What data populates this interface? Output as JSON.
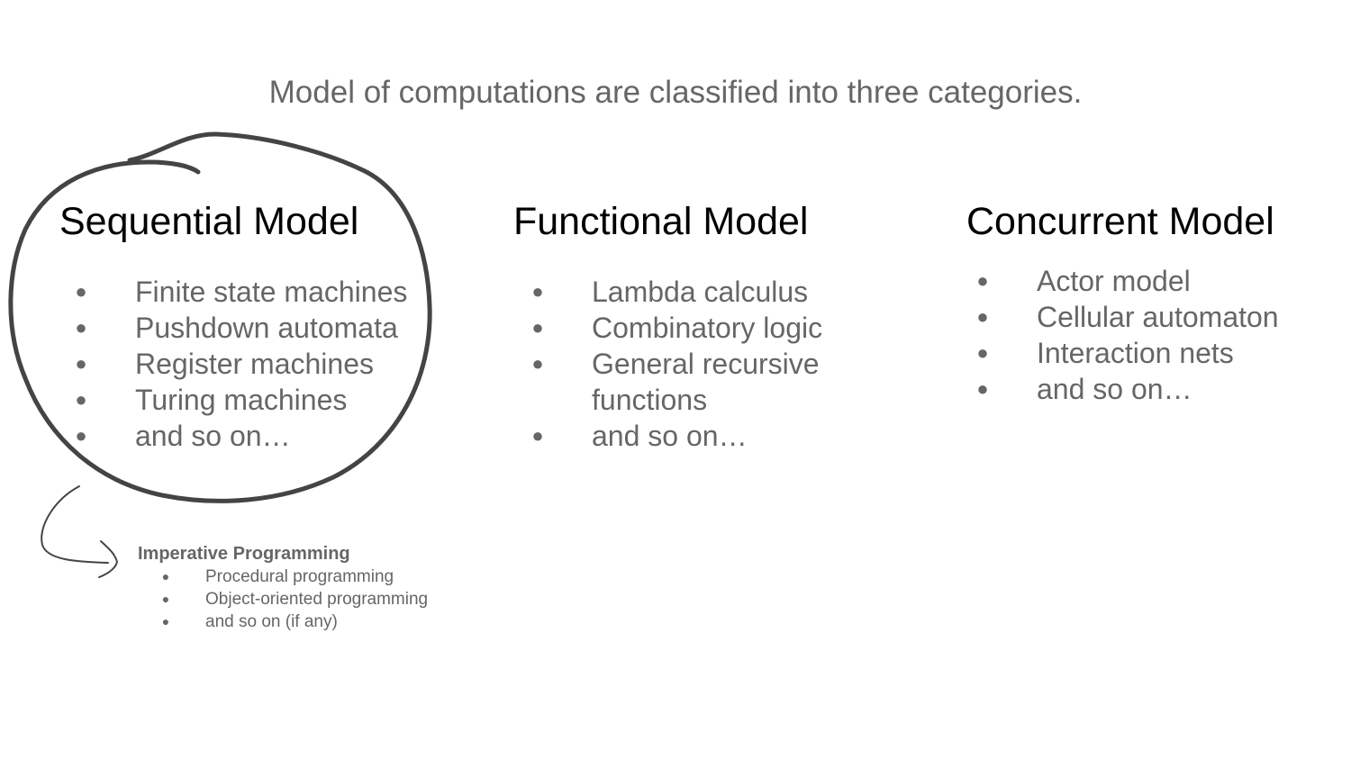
{
  "slide": {
    "subtitle": "Model of computations are classified into three categories."
  },
  "columns": [
    {
      "title": "Sequential Model",
      "items": [
        "Finite state machines",
        "Pushdown automata",
        "Register machines",
        "Turing machines",
        "and so on…"
      ]
    },
    {
      "title": "Functional Model",
      "items": [
        "Lambda calculus",
        "Combinatory logic",
        "General recursive functions",
        "and so on…"
      ]
    },
    {
      "title": "Concurrent Model",
      "items": [
        "Actor model",
        "Cellular automaton",
        "Interaction nets",
        "and so on…"
      ]
    }
  ],
  "annotation": {
    "heading": "Imperative Programming",
    "items": [
      "Procedural programming",
      "Object-oriented programming",
      "and so on (if any)"
    ]
  },
  "bullet_symbol": "●",
  "colors": {
    "title": "#000000",
    "body": "#666666",
    "scribble": "#444444"
  }
}
